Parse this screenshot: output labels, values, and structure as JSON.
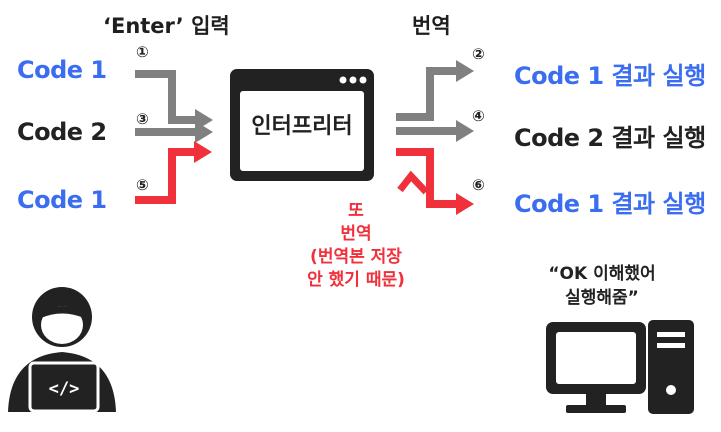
{
  "headers": {
    "input": "‘Enter’ 입력",
    "translate": "번역"
  },
  "inputs": [
    {
      "label": "Code 1",
      "color": "#3a6df0"
    },
    {
      "label": "Code 2",
      "color": "#222222"
    },
    {
      "label": "Code 1",
      "color": "#3a6df0"
    }
  ],
  "interpreter": {
    "label": "인터프리터"
  },
  "outputs": [
    {
      "label": "Code 1 결과 실행",
      "color": "#3a6df0"
    },
    {
      "label": "Code 2 결과 실행",
      "color": "#222222"
    },
    {
      "label": "Code 1 결과 실행",
      "color": "#3a6df0"
    }
  ],
  "steps": [
    "①",
    "②",
    "③",
    "④",
    "⑤",
    "⑥"
  ],
  "retranslate_note": [
    "또",
    "번역",
    "(번역본 저장",
    "안 했기 때문)"
  ],
  "computer_quote": [
    "“OK 이해했어",
    "실행해줌”"
  ],
  "colors": {
    "gray_arrow": "#808080",
    "red_arrow": "#f0313c",
    "blue_text": "#3a6df0"
  }
}
